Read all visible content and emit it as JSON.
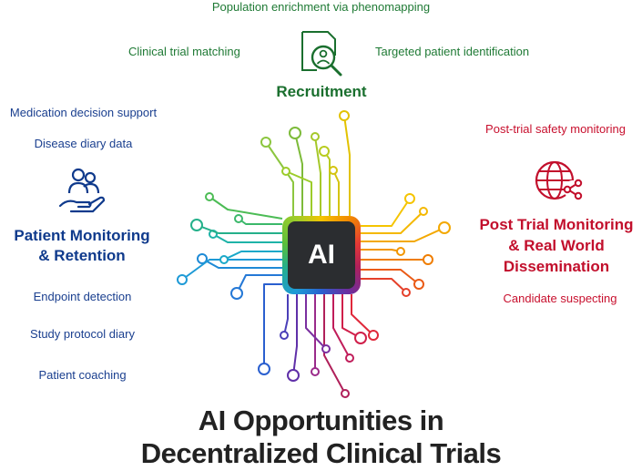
{
  "recruitment": {
    "heading": "Recruitment",
    "item_top": "Population enrichment via phenomapping",
    "item_left": "Clinical trial matching",
    "item_right": "Targeted patient identification",
    "color": "#1a6f2e"
  },
  "patient_monitoring": {
    "heading_line1": "Patient Monitoring",
    "heading_line2": "& Retention",
    "items": [
      "Medication decision support",
      "Disease diary data",
      "Endpoint detection",
      "Study protocol diary",
      "Patient coaching"
    ],
    "color": "#0f3a8c"
  },
  "post_trial": {
    "heading_line1": "Post Trial Monitoring",
    "heading_line2": "& Real World",
    "heading_line3": "Dissemination",
    "item_top": "Post-trial safety monitoring",
    "item_bottom": "Candidate suspecting",
    "color": "#c20f2c"
  },
  "chip": {
    "label": "AI"
  },
  "title": {
    "line1": "AI Opportunities in",
    "line2": "Decentralized Clinical Trials"
  },
  "icons": {
    "recruitment": "magnifier-person-document-icon",
    "patient": "hand-people-icon",
    "post_trial": "globe-network-icon"
  }
}
